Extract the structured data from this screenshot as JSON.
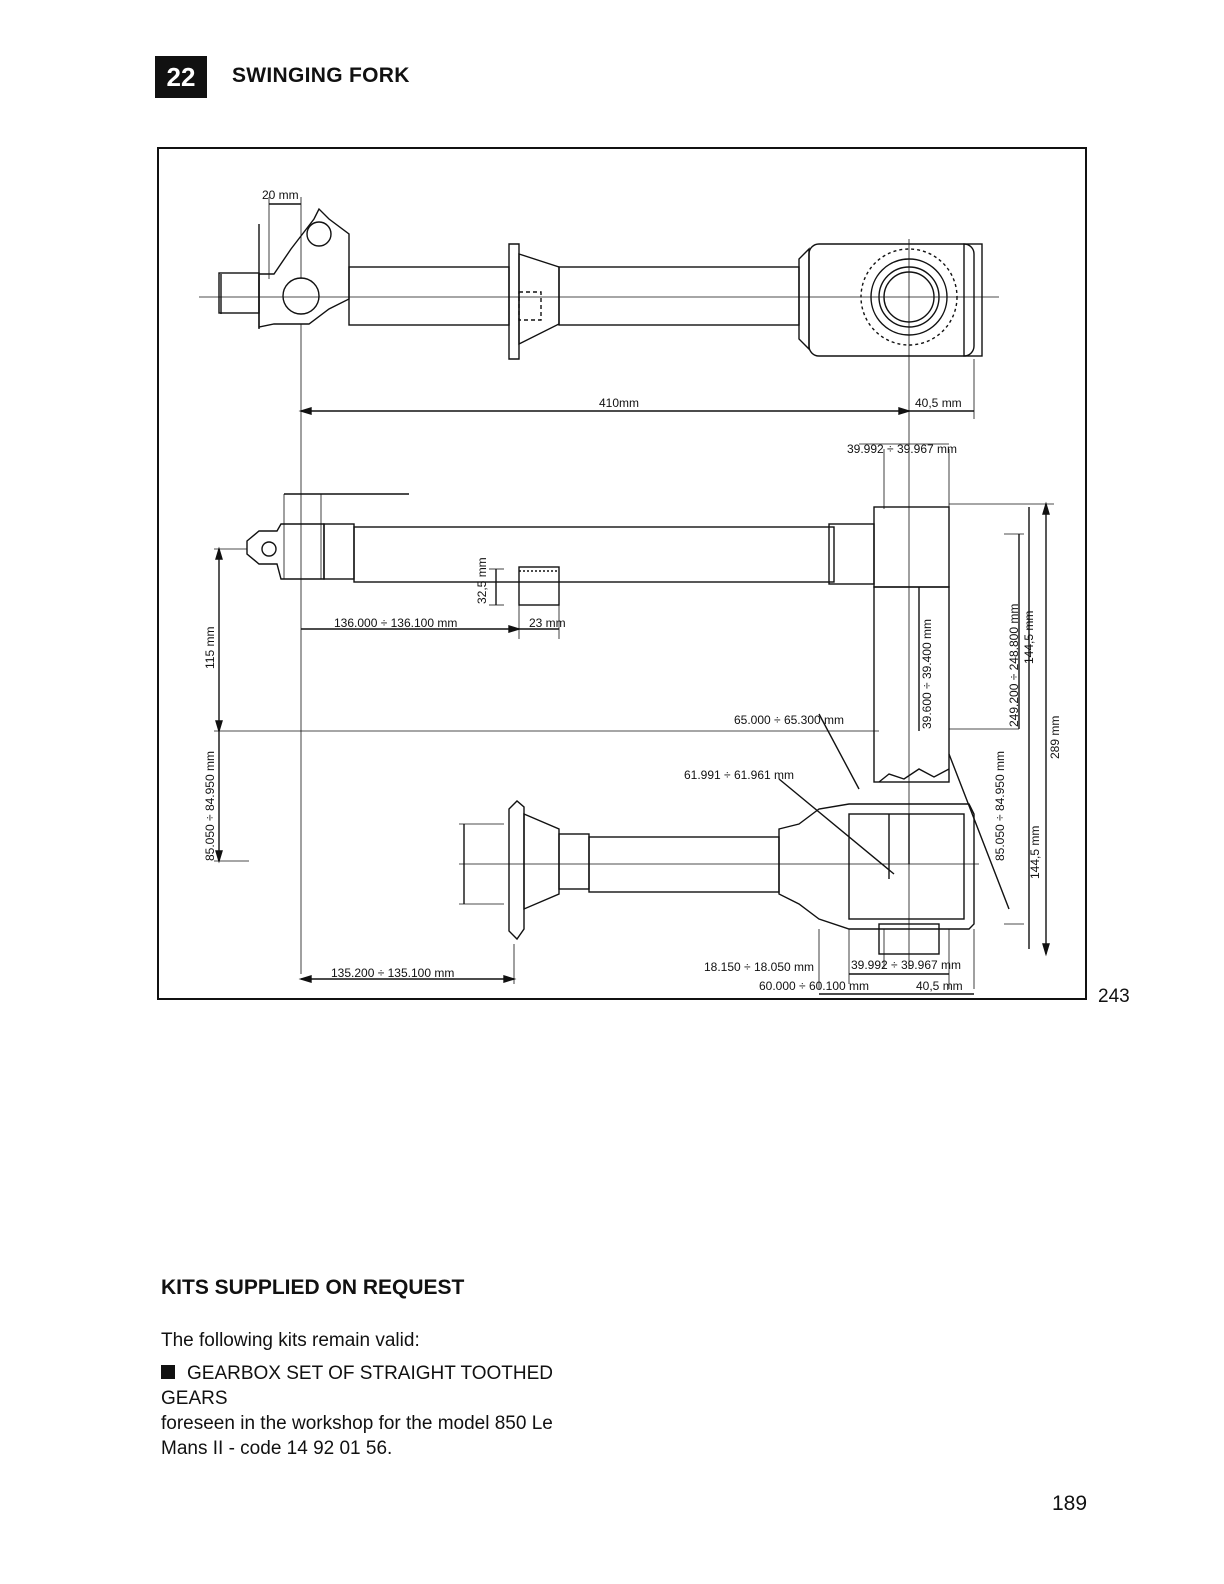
{
  "header": {
    "chapter_number": "22",
    "chapter_title": "SWINGING FORK"
  },
  "figure": {
    "number": "243",
    "dimensions": {
      "d_20mm": "20 mm",
      "d_410mm": "410mm",
      "d_40_5_top": "40,5 mm",
      "d_39992_top": "39.992 ÷ 39.967  mm",
      "d_32_5": "32,5 mm",
      "d_136": "136.000 ÷ 136.100  mm",
      "d_23": "23  mm",
      "d_115": "115  mm",
      "d_85050_left": "85.050 ÷ 84.950  mm",
      "d_65000": "65.000 ÷ 65.300  mm",
      "d_61991": "61.991 ÷ 61.961  mm",
      "d_39600": "39.600 ÷ 39.400  mm",
      "d_249200": "249.200 ÷ 248.800 mm",
      "d_144_5_a": "144,5  mm",
      "d_289": "289  mm",
      "d_85050_right": "85.050 ÷ 84.950  mm",
      "d_144_5_b": "144,5  mm",
      "d_135200": "135.200 ÷ 135.100  mm",
      "d_18150": "18.150 ÷ 18.050  mm",
      "d_39992_bottom": "39.992 ÷ 39.967  mm",
      "d_60000": "60.000 ÷ 60.100  mm",
      "d_40_5_bottom": "40,5  mm"
    }
  },
  "kits": {
    "heading": "KITS SUPPLIED ON REQUEST",
    "intro": "The following kits remain valid:",
    "item_title": "GEARBOX SET OF STRAIGHT TOOTHED GEARS",
    "item_desc": "foreseen in the workshop for the model 850 Le Mans II - code 14 92 01 56."
  },
  "page_number": "189"
}
